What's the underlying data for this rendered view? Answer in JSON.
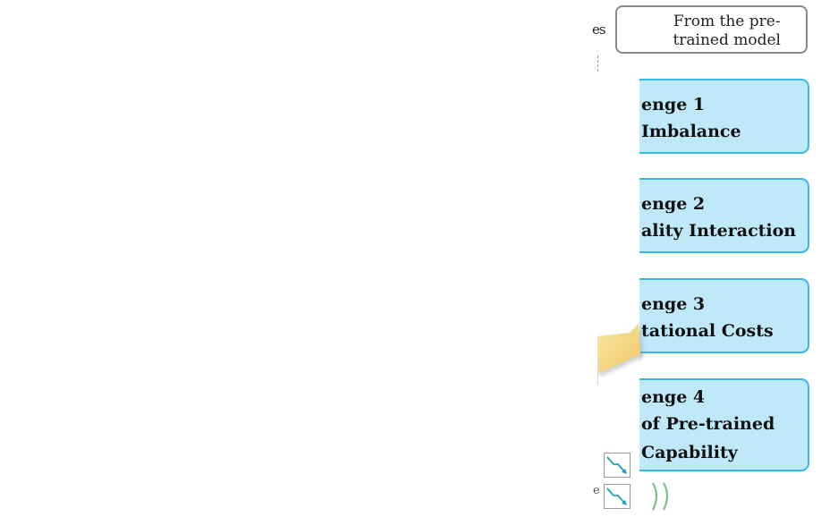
{
  "pretrained": {
    "line1": "From the pre-",
    "line2": "trained model"
  },
  "fragments": {
    "top_es": "es",
    "ellipsis": "...",
    "bottom_e": "e"
  },
  "challenges": [
    {
      "line1": "enge 1",
      "line2": " Imbalance",
      "line3": ""
    },
    {
      "line1": "enge 2",
      "line2": "ality Interaction",
      "line3": ""
    },
    {
      "line1": "enge 3",
      "line2": "tational Costs",
      "line3": ""
    },
    {
      "line1": "enge 4",
      "line2": " of Pre-trained",
      "line3": " Capability"
    }
  ],
  "colors": {
    "challenge_fill": "#bfe9f8",
    "challenge_border": "#38b8e6",
    "pretrained_border": "#8a8a8a",
    "arrow_fill": "#f4d98a",
    "icon_arrow": "#1e9fb5",
    "parens": "#7fc08a"
  }
}
